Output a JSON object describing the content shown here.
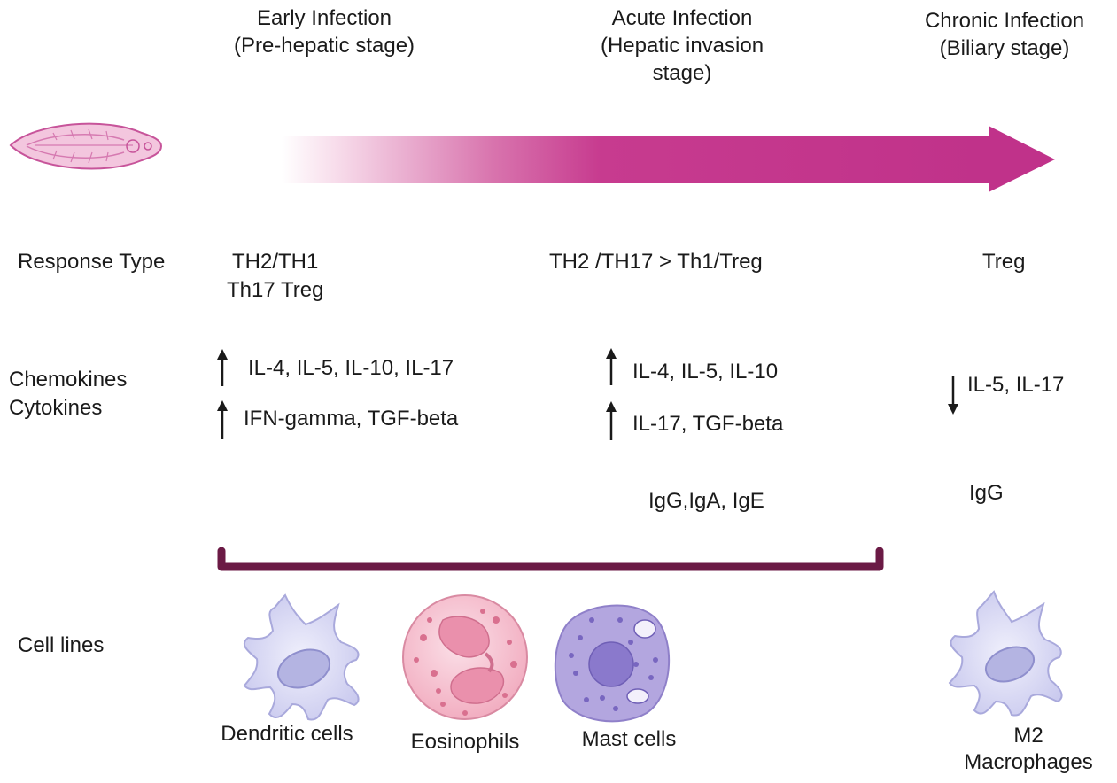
{
  "stages": [
    {
      "id": "early",
      "label": "Early Infection\n(Pre-hepatic stage)"
    },
    {
      "id": "acute",
      "label": "Acute Infection\n(Hepatic invasion\nstage)"
    },
    {
      "id": "chronic",
      "label": "Chronic Infection\n(Biliary stage)"
    }
  ],
  "rows": {
    "response_type": {
      "label": "Response Type",
      "early": [
        "TH2/TH1",
        "Th17 Treg"
      ],
      "acute": "TH2 /TH17 > Th1/Treg",
      "chronic": "Treg"
    },
    "chemokines": {
      "label_line1": "Chemokines",
      "label_line2": "Cytokines",
      "early": [
        {
          "direction": "up",
          "text": "IL-4, IL-5, IL-10, IL-17"
        },
        {
          "direction": "up",
          "text": "IFN-gamma, TGF-beta"
        }
      ],
      "acute": [
        {
          "direction": "up",
          "text": "IL-4, IL-5, IL-10"
        },
        {
          "direction": "up",
          "text": "IL-17, TGF-beta"
        }
      ],
      "chronic": [
        {
          "direction": "down",
          "text": "IL-5, IL-17"
        }
      ]
    },
    "antibodies": {
      "acute": "IgG,IgA, IgE",
      "chronic": "IgG"
    },
    "cell_lines": {
      "label": "Cell lines",
      "cells": [
        {
          "name": "Dendritic cells",
          "icon": "dendritic-cell-icon"
        },
        {
          "name": "Eosinophils",
          "icon": "eosinophil-icon"
        },
        {
          "name": "Mast cells",
          "icon": "mast-cell-icon"
        },
        {
          "name": "M2\nMacrophages",
          "icon": "macrophage-icon"
        }
      ]
    }
  },
  "colors": {
    "arrow": "#c0328a",
    "arrow_light": "#f6d9ea",
    "bracket": "#6b1a45",
    "fluke_fill": "#f3c6de",
    "fluke_stroke": "#c7549a",
    "eosinophil": "#f4b6c6",
    "mast": "#a99ad9",
    "dendritic": "#dcdcf6"
  }
}
